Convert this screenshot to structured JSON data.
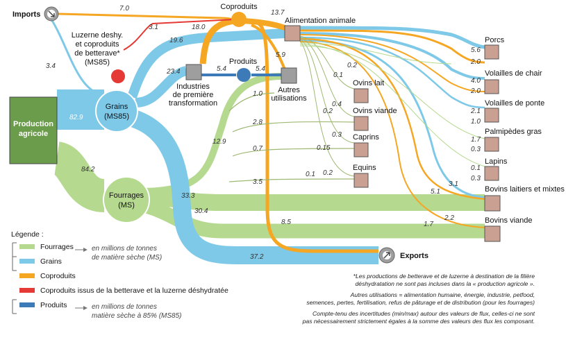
{
  "colors": {
    "fourrages": "#b5d98f",
    "grains": "#7ec8e8",
    "coproduits": "#f5a623",
    "betterave": "#e53935",
    "produits": "#3d7bb8",
    "box": "#c9a092",
    "production_box": "#6b9c4b",
    "thin_line": "#9fb872"
  },
  "nodes": {
    "imports": "Imports",
    "exports": "Exports",
    "coproduits": "Coproduits",
    "produits": "Produits",
    "alimentation": "Alimentation animale",
    "autres_1": "Autres",
    "autres_2": "utilisations",
    "industries_1": "Industries",
    "industries_2": "de première",
    "industries_3": "transformation",
    "production_1": "Production",
    "production_2": "agricole",
    "grains_1": "Grains",
    "grains_2": "(MS85)",
    "fourrages_1": "Fourrages",
    "fourrages_2": "(MS)",
    "luzerne_1": "Luzerne deshy.",
    "luzerne_2": "et coproduits",
    "luzerne_3": "de betterave*",
    "luzerne_4": "(MS85)"
  },
  "destinations": [
    {
      "key": "porcs",
      "label": "Porcs",
      "v1": "5.6",
      "v2": "2.0"
    },
    {
      "key": "vol_chair",
      "label": "Volailles de chair",
      "v1": "4.0",
      "v2": "2.0"
    },
    {
      "key": "vol_ponte",
      "label": "Volailles de ponte",
      "v1": "2.1",
      "v2": "1.0"
    },
    {
      "key": "palmipedes",
      "label": "Palmipèdes gras",
      "v1": "1.7",
      "v2": "0.3"
    },
    {
      "key": "lapins",
      "label": "Lapins",
      "v1": "0.1",
      "v2": "0.3"
    },
    {
      "key": "bovins_lait",
      "label": "Bovins laitiers et mixtes",
      "v1": "",
      "v2": ""
    },
    {
      "key": "bovins_viande",
      "label": "Bovins viande",
      "v1": "",
      "v2": ""
    }
  ],
  "small_destinations": [
    {
      "key": "ovins_lait",
      "label": "Ovins lait",
      "v1": "0.1",
      "v2": "0.2"
    },
    {
      "key": "ovins_viande",
      "label": "Ovins viande",
      "v1": "0.2",
      "v2": "0.4"
    },
    {
      "key": "caprins",
      "label": "Caprins",
      "v1": "0.15",
      "v2": "0.3"
    },
    {
      "key": "equins",
      "label": "Equins",
      "v1": "0.1",
      "v2": "0.2"
    }
  ],
  "values": {
    "imports_copro": "7.0",
    "imports_grains": "3.4",
    "betterave": "3.1",
    "copro_ind": "18.0",
    "copro_alim": "13.7",
    "grains_ind": "19.6",
    "ind_in": "23.4",
    "ind_produits": "5.4",
    "produits_autres": "5.4",
    "copro_autres": "5.9",
    "prod_grains": "82.9",
    "prod_fourrages": "84.2",
    "four_autres": "12.9",
    "autres_1": "1.0",
    "autres_2": "2.8",
    "autres_3": "0.7",
    "autres_4": "3.5",
    "four_bovins_lait": "33.3",
    "four_bovins_viande": "30.4",
    "grains_exports": "37.2",
    "copro_exports": "8.5",
    "bov_lait_a": "5.1",
    "bov_lait_b": "3.1",
    "bov_viande_a": "2.2",
    "bov_viande_b": "1.7"
  },
  "legend": {
    "title": "Légende :",
    "fourrages": "Fourrages",
    "grains": "Grains",
    "coproduits": "Coproduits",
    "betterave": "Coproduits issus de la betterave et la luzerne déshydratée",
    "produits": "Produits",
    "unit1_a": "en millions de tonnes",
    "unit1_b": "de matière sèche (MS)",
    "unit2_a": "en millions de tonnes",
    "unit2_b": "matière sèche à 85% (MS85)"
  },
  "notes": {
    "n1": "*Les productions de betterave et de luzerne à destination de la filière",
    "n2": "déshydratation ne sont pas incluses dans la « production agricole ».",
    "n3": "Autres utilisations = alimentation humaine, énergie, industrie, petfood,",
    "n4": "semences, pertes, fertilisation, refus de pâturage et de distribution (pour les fourrages)",
    "n5": "Compte-tenu des incertitudes (min/max) autour des valeurs de flux, celles-ci ne sont",
    "n6": "pas nécessairement strictement égales à la somme des valeurs des flux les composant."
  }
}
